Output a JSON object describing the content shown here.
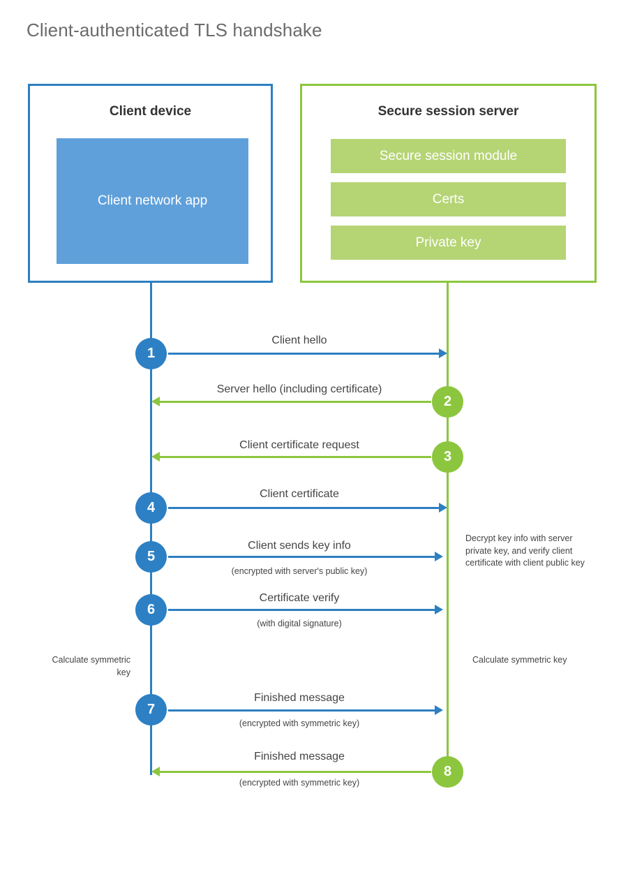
{
  "title": "Client-authenticated TLS handshake",
  "colors": {
    "client_blue": "#2d7fc1",
    "client_app_fill": "#5fa0da",
    "server_green": "#8cc63e",
    "server_module_fill": "#b5d474",
    "step_blue": "#2d80c4",
    "text_gray": "#444444",
    "title_gray": "#6b6b6b"
  },
  "client": {
    "title": "Client device",
    "app_label": "Client network app"
  },
  "server": {
    "title": "Secure session server",
    "modules": [
      {
        "label": "Secure session module"
      },
      {
        "label": "Certs"
      },
      {
        "label": "Private key"
      }
    ]
  },
  "steps": [
    {
      "number": "1",
      "label": "Client hello",
      "sublabel": "",
      "direction": "client-to-server",
      "color": "blue"
    },
    {
      "number": "2",
      "label": "Server hello (including certificate)",
      "sublabel": "",
      "direction": "server-to-client",
      "color": "green"
    },
    {
      "number": "3",
      "label": "Client certificate request",
      "sublabel": "",
      "direction": "server-to-client",
      "color": "green"
    },
    {
      "number": "4",
      "label": "Client certificate",
      "sublabel": "",
      "direction": "client-to-server",
      "color": "blue"
    },
    {
      "number": "5",
      "label": "Client sends key info",
      "sublabel": "(encrypted with server's public key)",
      "direction": "client-to-server",
      "color": "blue"
    },
    {
      "number": "6",
      "label": "Certificate verify",
      "sublabel": "(with digital signature)",
      "direction": "client-to-server",
      "color": "blue"
    },
    {
      "number": "7",
      "label": "Finished message",
      "sublabel": "(encrypted with symmetric key)",
      "direction": "client-to-server",
      "color": "blue"
    },
    {
      "number": "8",
      "label": "Finished message",
      "sublabel": "(encrypted with symmetric key)",
      "direction": "server-to-client",
      "color": "green"
    }
  ],
  "annotations": {
    "server_decrypt_note": "Decrypt key info with server private key, and verify client certificate with client public key",
    "client_calc_note": "Calculate symmetric key",
    "server_calc_note": "Calculate symmetric key"
  }
}
